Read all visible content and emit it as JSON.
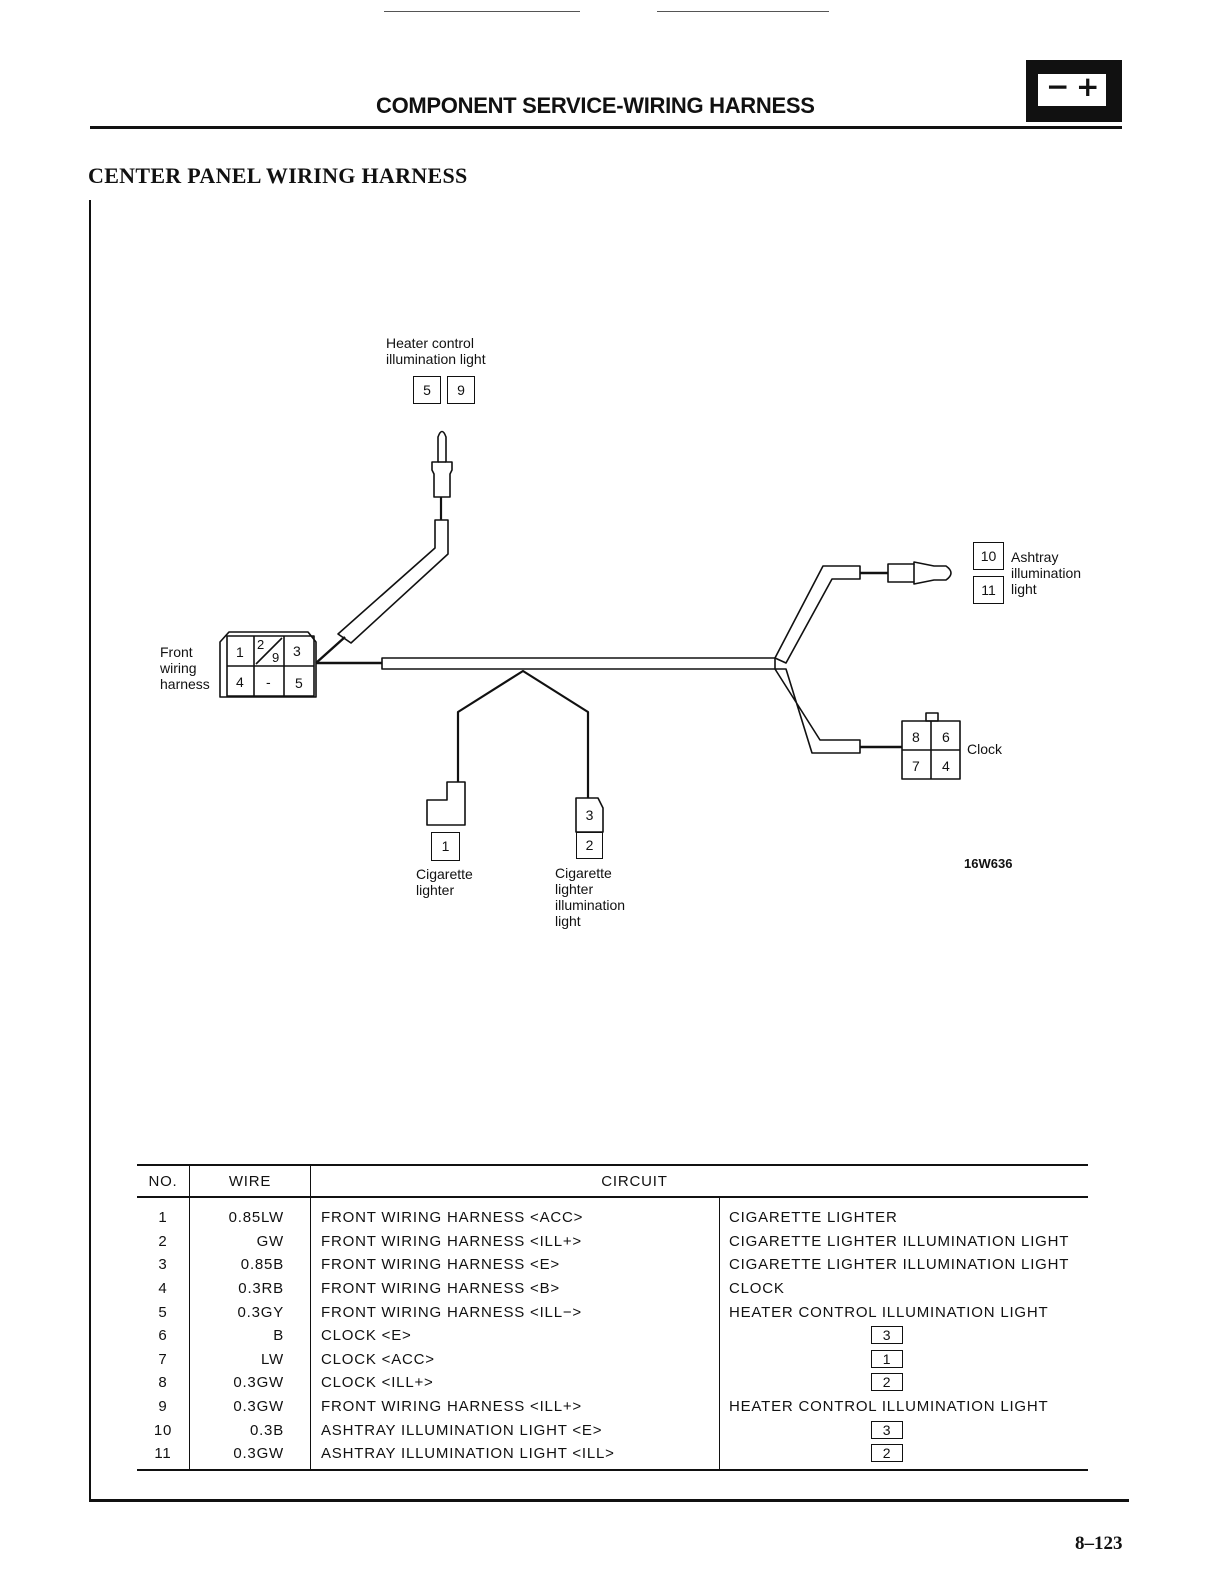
{
  "header": {
    "title": "COMPONENT SERVICE-WIRING HARNESS",
    "battery_minus": "−",
    "battery_plus": "+"
  },
  "section_title": "CENTER PANEL WIRING HARNESS",
  "diagram": {
    "code": "16W636",
    "heater": {
      "label_line1": "Heater control",
      "label_line2": "illumination light",
      "pins": [
        "5",
        "9"
      ]
    },
    "ashtray": {
      "label_line1": "Ashtray",
      "label_line2": "illumination",
      "label_line3": "light",
      "pins": [
        "10",
        "11"
      ]
    },
    "front": {
      "label_line1": "Front",
      "label_line2": "wiring",
      "label_line3": "harness",
      "pins_top": [
        "1",
        "2",
        "9",
        "3"
      ],
      "pins_bottom": [
        "4",
        "-",
        "5"
      ]
    },
    "clock": {
      "label": "Clock",
      "pins_top": [
        "8",
        "6"
      ],
      "pins_bottom": [
        "7",
        "4"
      ]
    },
    "cig_lighter": {
      "label_line1": "Cigarette",
      "label_line2": "lighter",
      "pin": "1"
    },
    "cig_illum": {
      "label_line1": "Cigarette",
      "label_line2": "lighter",
      "label_line3": "illumination",
      "label_line4": "light",
      "pins": [
        "3",
        "2"
      ]
    }
  },
  "table": {
    "headers": {
      "no": "NO.",
      "wire": "WIRE",
      "circuit": "CIRCUIT"
    },
    "rows": [
      {
        "no": "1",
        "wire": "0.85LW",
        "circuit": "FRONT WIRING HARNESS <ACC>",
        "dest": "CIGARETTE LIGHTER",
        "dest_box": ""
      },
      {
        "no": "2",
        "wire": "GW",
        "circuit": "FRONT WIRING HARNESS <ILL+>",
        "dest": "CIGARETTE LIGHTER ILLUMINATION LIGHT",
        "dest_box": ""
      },
      {
        "no": "3",
        "wire": "0.85B",
        "circuit": "FRONT WIRING HARNESS <E>",
        "dest": "CIGARETTE LIGHTER ILLUMINATION LIGHT",
        "dest_box": ""
      },
      {
        "no": "4",
        "wire": "0.3RB",
        "circuit": "FRONT WIRING HARNESS <B>",
        "dest": "CLOCK",
        "dest_box": ""
      },
      {
        "no": "5",
        "wire": "0.3GY",
        "circuit": "FRONT WIRING HARNESS <ILL−>",
        "dest": "HEATER CONTROL ILLUMINATION LIGHT",
        "dest_box": ""
      },
      {
        "no": "6",
        "wire": "B",
        "circuit": "CLOCK <E>",
        "dest": "",
        "dest_box": "3"
      },
      {
        "no": "7",
        "wire": "LW",
        "circuit": "CLOCK <ACC>",
        "dest": "",
        "dest_box": "1"
      },
      {
        "no": "8",
        "wire": "0.3GW",
        "circuit": "CLOCK <ILL+>",
        "dest": "",
        "dest_box": "2"
      },
      {
        "no": "9",
        "wire": "0.3GW",
        "circuit": "FRONT WIRING HARNESS <ILL+>",
        "dest": "HEATER CONTROL ILLUMINATION LIGHT",
        "dest_box": ""
      },
      {
        "no": "10",
        "wire": "0.3B",
        "circuit": "ASHTRAY ILLUMINATION LIGHT <E>",
        "dest": "",
        "dest_box": "3"
      },
      {
        "no": "11",
        "wire": "0.3GW",
        "circuit": "ASHTRAY ILLUMINATION LIGHT <ILL>",
        "dest": "",
        "dest_box": "2"
      }
    ]
  },
  "page_number": "8–123"
}
